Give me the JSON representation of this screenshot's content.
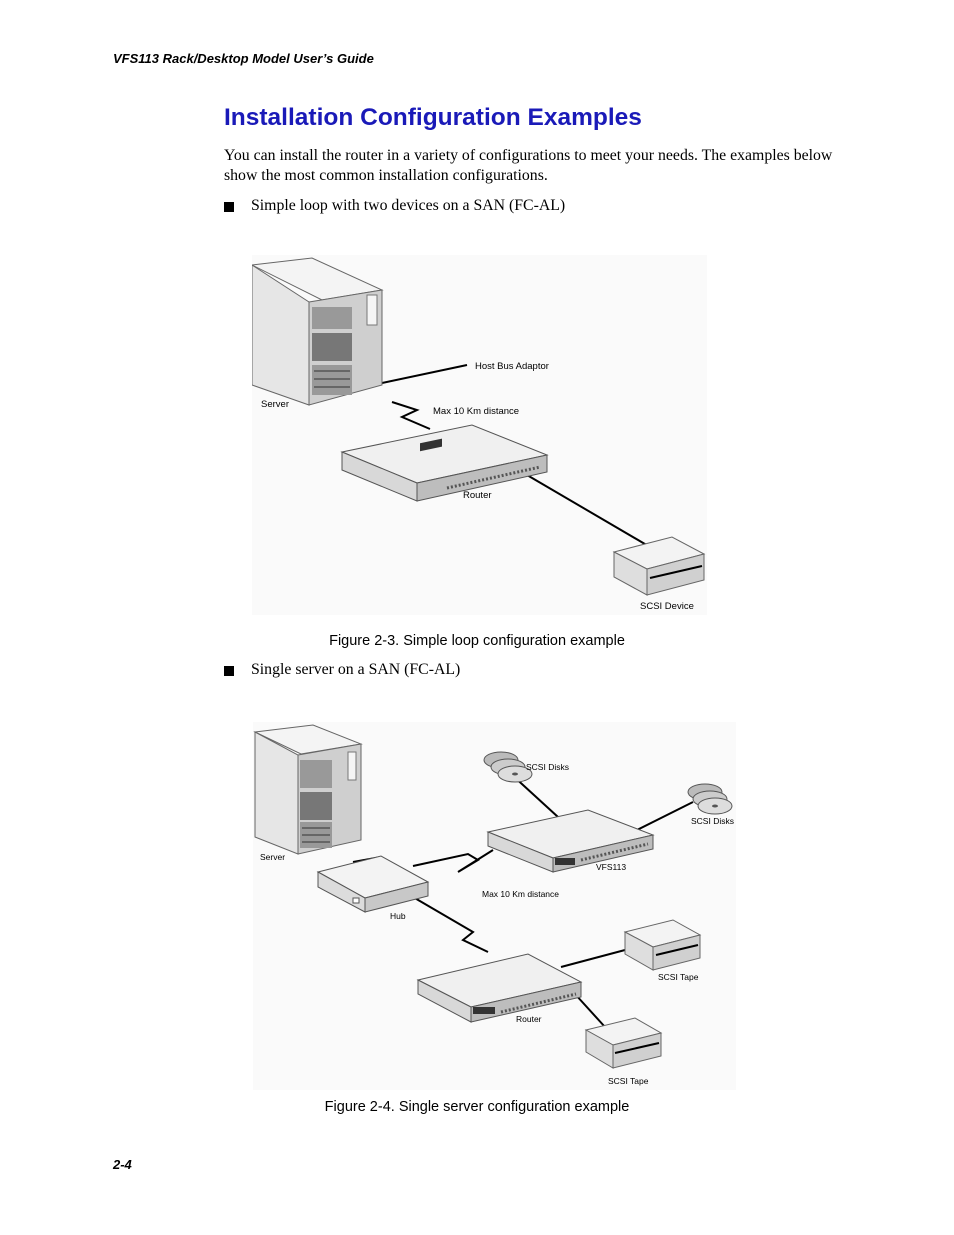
{
  "header": {
    "running_title": "VFS113 Rack/Desktop Model User’s Guide"
  },
  "section": {
    "title": "Installation Configuration Examples",
    "intro": "You can install the router in a variety of configurations to meet your needs. The examples below show the most common installation configurations."
  },
  "bullets": [
    "Simple loop with two devices on a SAN (FC-AL)",
    "Single server on a SAN (FC-AL)"
  ],
  "figure1": {
    "labels": {
      "server": "Server",
      "hba": "Host Bus Adaptor",
      "distance": "Max 10 Km distance",
      "router": "Router",
      "scsi_device": "SCSI Device"
    },
    "caption": "Figure 2-3. Simple loop configuration example"
  },
  "figure2": {
    "labels": {
      "server": "Server",
      "scsi_disks_top": "SCSI Disks",
      "scsi_disks_right": "SCSI Disks",
      "vfs113": "VFS113",
      "distance": "Max 10 Km distance",
      "hub": "Hub",
      "router": "Router",
      "scsi_tape_1": "SCSI Tape",
      "scsi_tape_2": "SCSI Tape"
    },
    "caption": "Figure 2-4. Single server configuration example"
  },
  "footer": {
    "page_number": "2-4"
  }
}
